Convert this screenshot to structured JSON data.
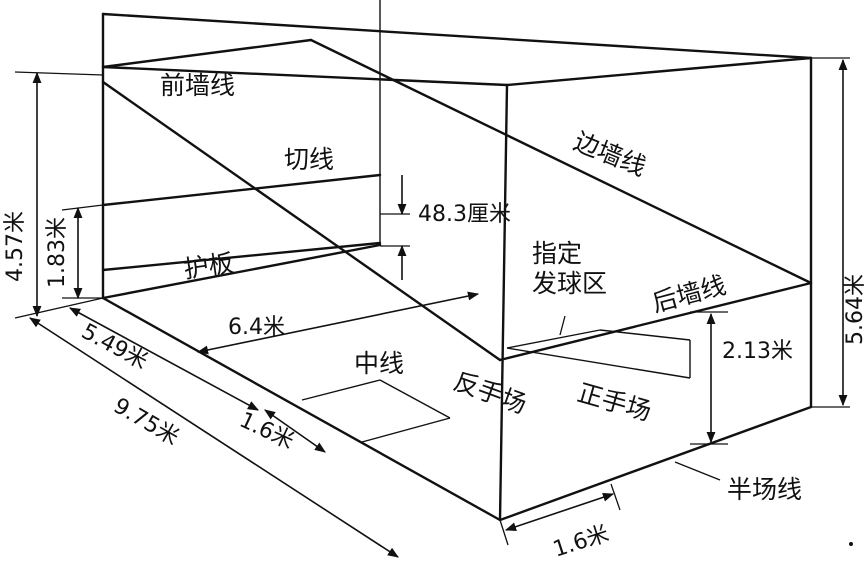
{
  "labels": {
    "front_wall_line": "前墙线",
    "cut_line": "切线",
    "side_wall_line": "边墙线",
    "tin": "护板",
    "service_box": "指定\n发球区",
    "back_wall_line": "后墙线",
    "half_court_line": "中线",
    "backhand_court": "反手场",
    "forehand_court": "正手场",
    "short_line": "半场线"
  },
  "dimensions": {
    "front_wall_height": "4.57米",
    "cut_line_height": "1.83米",
    "tin_height": "48.3厘米",
    "court_width": "6.4米",
    "short_line_distance": "5.49米",
    "court_length": "9.75米",
    "service_box_depth": "1.6米",
    "service_box_width": "1.6米",
    "back_wall_height": "2.13米",
    "side_wall_front_height": "5.64米"
  }
}
